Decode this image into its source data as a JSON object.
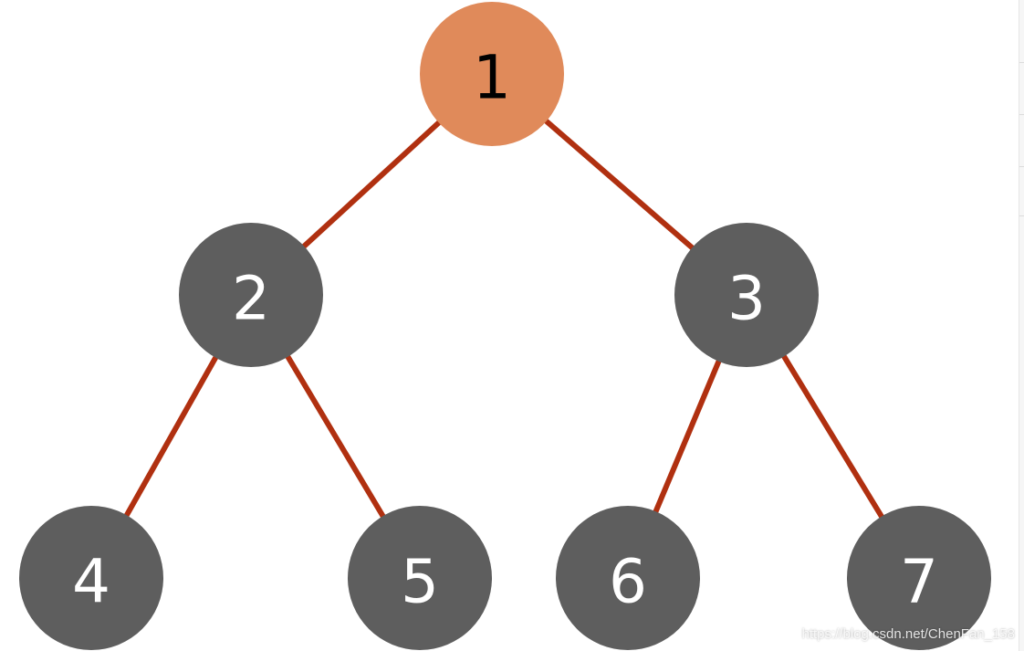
{
  "diagram": {
    "type": "binary-tree",
    "nodes": [
      {
        "id": "1",
        "label": "1",
        "role": "root",
        "fill": "#e08a5a",
        "text_color": "#000000"
      },
      {
        "id": "2",
        "label": "2",
        "fill": "#5e5e5e",
        "text_color": "#ffffff"
      },
      {
        "id": "3",
        "label": "3",
        "fill": "#5e5e5e",
        "text_color": "#ffffff"
      },
      {
        "id": "4",
        "label": "4",
        "fill": "#5e5e5e",
        "text_color": "#ffffff"
      },
      {
        "id": "5",
        "label": "5",
        "fill": "#5e5e5e",
        "text_color": "#ffffff"
      },
      {
        "id": "6",
        "label": "6",
        "fill": "#5e5e5e",
        "text_color": "#ffffff"
      },
      {
        "id": "7",
        "label": "7",
        "fill": "#5e5e5e",
        "text_color": "#ffffff"
      }
    ],
    "edges": [
      {
        "from": "1",
        "to": "2"
      },
      {
        "from": "1",
        "to": "3"
      },
      {
        "from": "2",
        "to": "4"
      },
      {
        "from": "2",
        "to": "5"
      },
      {
        "from": "3",
        "to": "6"
      },
      {
        "from": "3",
        "to": "7"
      }
    ],
    "edge_color": "#b03010"
  },
  "watermark": {
    "text": "https://blog.csdn.net/ChenFan_158"
  }
}
